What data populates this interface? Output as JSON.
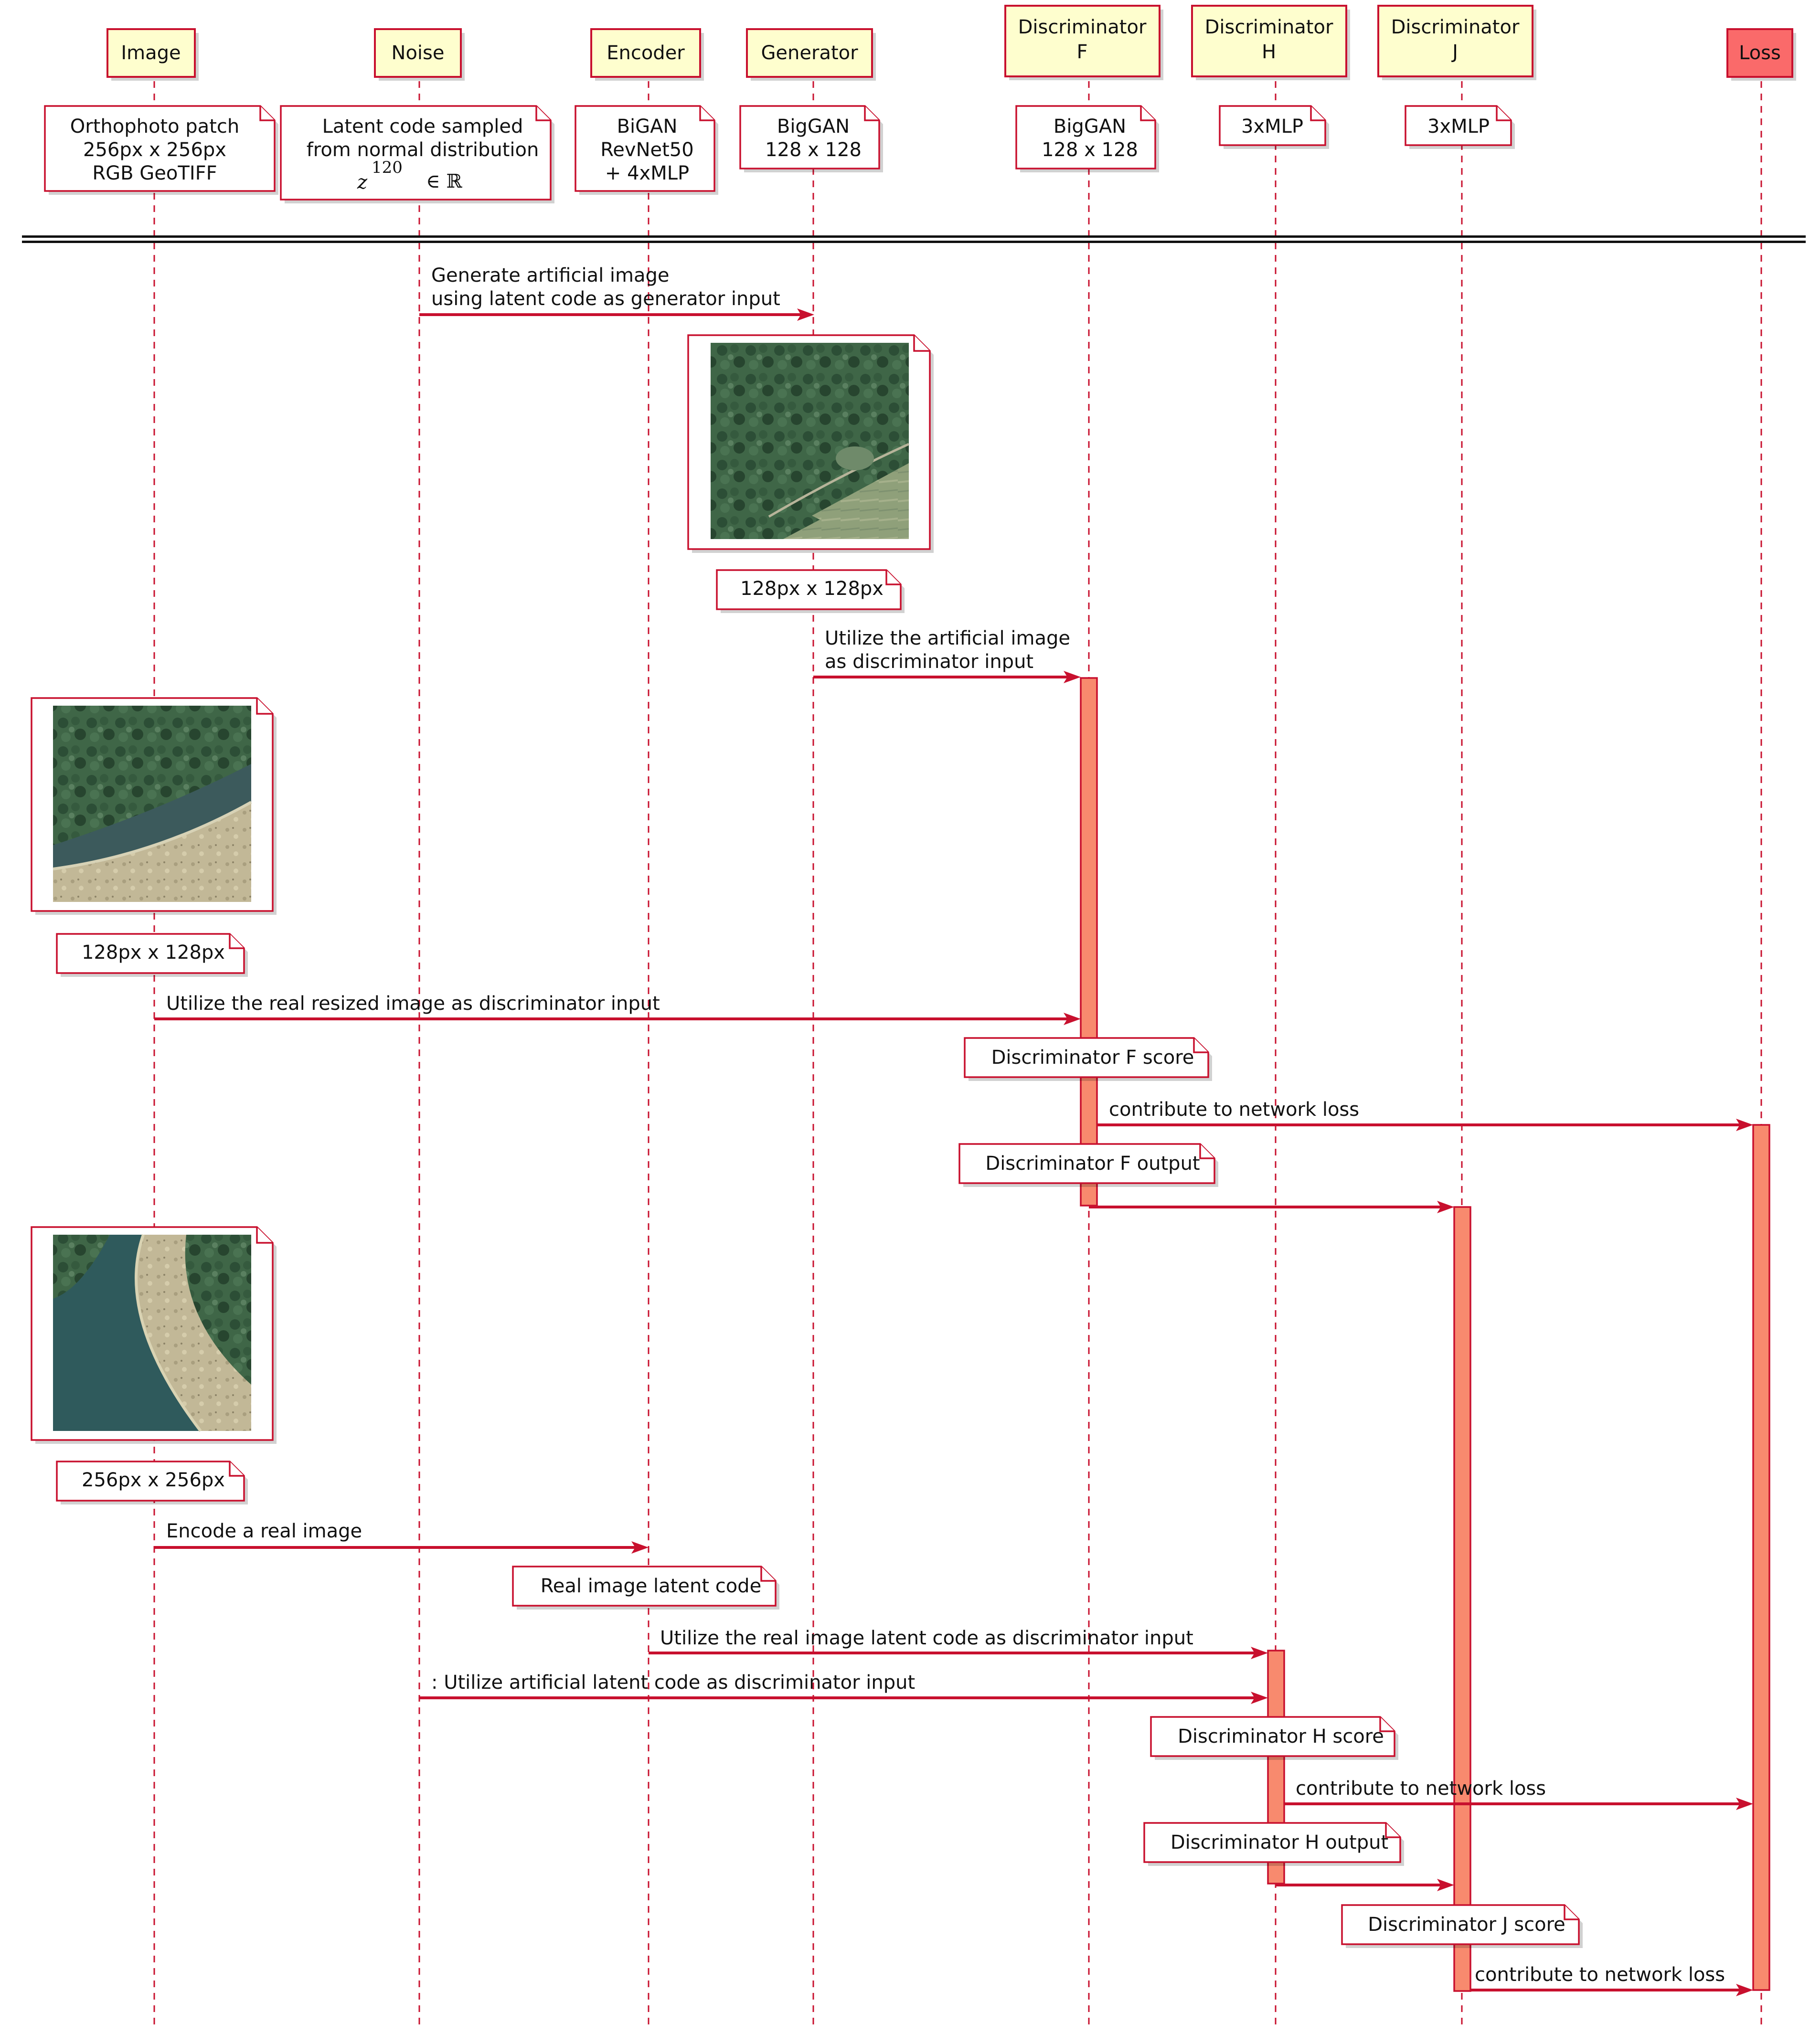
{
  "participants": [
    {
      "id": "image",
      "label_lines": [
        "Image"
      ]
    },
    {
      "id": "noise",
      "label_lines": [
        "Noise"
      ]
    },
    {
      "id": "encoder",
      "label_lines": [
        "Encoder"
      ]
    },
    {
      "id": "generator",
      "label_lines": [
        "Generator"
      ]
    },
    {
      "id": "disc_f",
      "label_lines": [
        "Discriminator",
        "F"
      ]
    },
    {
      "id": "disc_h",
      "label_lines": [
        "Discriminator",
        "H"
      ]
    },
    {
      "id": "disc_j",
      "label_lines": [
        "Discriminator",
        "J"
      ]
    },
    {
      "id": "loss",
      "label_lines": [
        "Loss"
      ],
      "highlight": "#fa6a6a"
    }
  ],
  "header_notes": {
    "image": [
      "Orthophoto patch",
      "256px x 256px",
      "RGB GeoTIFF"
    ],
    "noise": [
      "Latent code sampled",
      "from normal distribution"
    ],
    "noise_math": {
      "base": "z",
      "sup": "120",
      "rest": "∈ ℝ"
    },
    "encoder": [
      "BiGAN",
      "RevNet50",
      "+ 4xMLP"
    ],
    "generator": [
      "BigGAN",
      "128 x 128"
    ],
    "disc_f": [
      "BigGAN",
      "128 x 128"
    ],
    "disc_h": [
      "3xMLP"
    ],
    "disc_j": [
      "3xMLP"
    ]
  },
  "messages": {
    "generate": [
      "Generate artificial image",
      "using latent code as generator input"
    ],
    "utilize_artificial": [
      "Utilize the artificial image",
      "as discriminator input"
    ],
    "utilize_real_resized": "Utilize the real resized image as discriminator input",
    "contribute_f": "contribute to network loss",
    "encode_real": "Encode a real image",
    "utilize_latent": "Utilize the real image latent code as discriminator input",
    "utilize_artificial_latent": ": Utilize artificial latent code as discriminator input",
    "contribute_h": "contribute to network loss",
    "contribute_j": "contribute to network loss"
  },
  "notes": {
    "generated_size": "128px x 128px",
    "real_resized_size": "128px x 128px",
    "real_full_size": "256px x 256px",
    "disc_f_score": "Discriminator F score",
    "disc_f_output": "Discriminator F output",
    "real_latent_code": "Real image latent code",
    "disc_h_score": "Discriminator H score",
    "disc_h_output": "Discriminator H output",
    "disc_j_score": "Discriminator J score"
  },
  "images": {
    "generated": "aerial-forest-with-path-icon",
    "real_resized": "aerial-river-bend-icon",
    "real_full": "aerial-river-shore-icon"
  },
  "colors": {
    "accent": "#c8102e",
    "participant_fill": "#fefece",
    "loss_fill": "#fa6a6a",
    "activation_fill": "#f88a6e"
  }
}
